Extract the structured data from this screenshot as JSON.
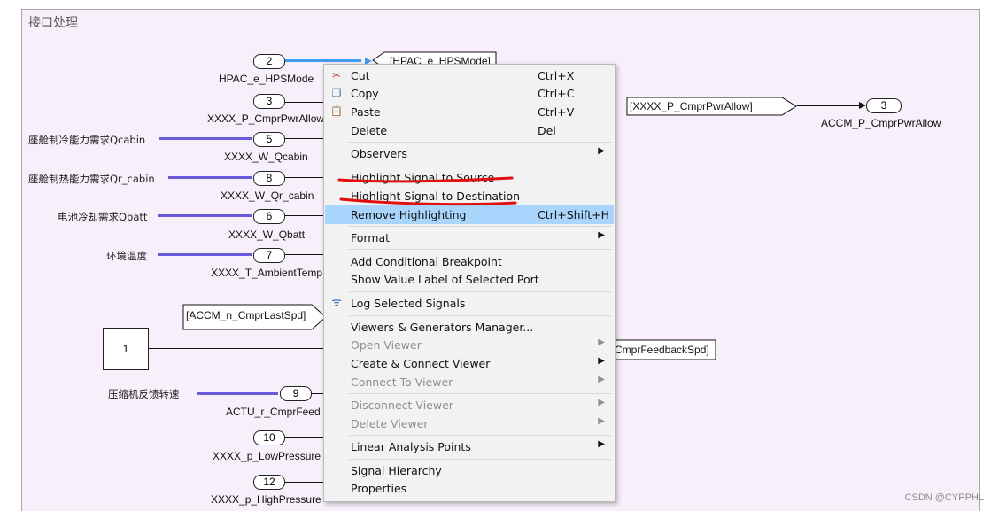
{
  "subsystem": {
    "title": "接口处理"
  },
  "left_ports": [
    {
      "id": "port-2",
      "number": "2",
      "label": "HPAC_e_HPSMode",
      "source": ""
    },
    {
      "id": "port-3",
      "number": "3",
      "label": "XXXX_P_CmprPwrAllow",
      "source": ""
    },
    {
      "id": "port-5",
      "number": "5",
      "label": "XXXX_W_Qcabin",
      "source": "座舱制冷能力需求Qcabin"
    },
    {
      "id": "port-8",
      "number": "8",
      "label": "XXXX_W_Qr_cabin",
      "source": "座舱制热能力需求Qr_cabin"
    },
    {
      "id": "port-6",
      "number": "6",
      "label": "XXXX_W_Qbatt",
      "source": "电池冷却需求Qbatt"
    },
    {
      "id": "port-7",
      "number": "7",
      "label": "XXXX_T_AmbientTemp",
      "source": "环境温度"
    },
    {
      "id": "port-9",
      "number": "9",
      "label": "ACTU_r_CmprFeed",
      "source": "压缩机反馈转速"
    },
    {
      "id": "port-10",
      "number": "10",
      "label": "XXXX_p_LowPressure",
      "source": ""
    },
    {
      "id": "port-12",
      "number": "12",
      "label": "XXXX_p_HighPressure",
      "source": ""
    }
  ],
  "goto_hpsmode": "[HPAC_e_HPSMode]",
  "from_cmprpwr": "[XXXX_P_CmprPwrAllow]",
  "out_port": {
    "number": "3",
    "label": "ACCM_P_CmprPwrAllow"
  },
  "from_lastspd": "[ACCM_n_CmprLastSpd]",
  "constant_block": "1",
  "goto_feedback": "CmprFeedbackSpd]",
  "context_menu": {
    "items": [
      {
        "label": "Cut",
        "shortcut": "Ctrl+X",
        "icon": "scissors-icon",
        "glyph": "✂"
      },
      {
        "label": "Copy",
        "shortcut": "Ctrl+C",
        "icon": "copy-icon",
        "glyph": "❐"
      },
      {
        "label": "Paste",
        "shortcut": "Ctrl+V",
        "icon": "paste-icon",
        "glyph": "📋"
      },
      {
        "label": "Delete",
        "shortcut": "Del"
      },
      {
        "label": "Observers",
        "submenu": true
      },
      {
        "label": "Highlight Signal to Source"
      },
      {
        "label": "Highlight Signal to Destination"
      },
      {
        "label": "Remove Highlighting",
        "shortcut": "Ctrl+Shift+H",
        "highlighted": true
      },
      {
        "label": "Format",
        "submenu": true
      },
      {
        "label": "Add Conditional Breakpoint"
      },
      {
        "label": "Show Value Label of Selected Port"
      },
      {
        "label": "Log Selected Signals",
        "icon": "wifi-icon",
        "glyph": "ᯤ"
      },
      {
        "label": "Viewers & Generators Manager..."
      },
      {
        "label": "Open Viewer",
        "submenu": true,
        "disabled": true
      },
      {
        "label": "Create & Connect Viewer",
        "submenu": true
      },
      {
        "label": "Connect To Viewer",
        "submenu": true,
        "disabled": true
      },
      {
        "label": "Disconnect Viewer",
        "submenu": true,
        "disabled": true
      },
      {
        "label": "Delete Viewer",
        "submenu": true,
        "disabled": true
      },
      {
        "label": "Linear Analysis Points",
        "submenu": true
      },
      {
        "label": "Signal Hierarchy"
      },
      {
        "label": "Properties"
      }
    ]
  },
  "watermark": "CSDN @CYPPHL",
  "colors": {
    "signal_highlight": "#6a5ad8",
    "selected_signal": "#3d9df0",
    "annotation_red": "#e01010",
    "menu_highlight": "#a9d4fb",
    "subsystem_bg": "#f7effa"
  }
}
